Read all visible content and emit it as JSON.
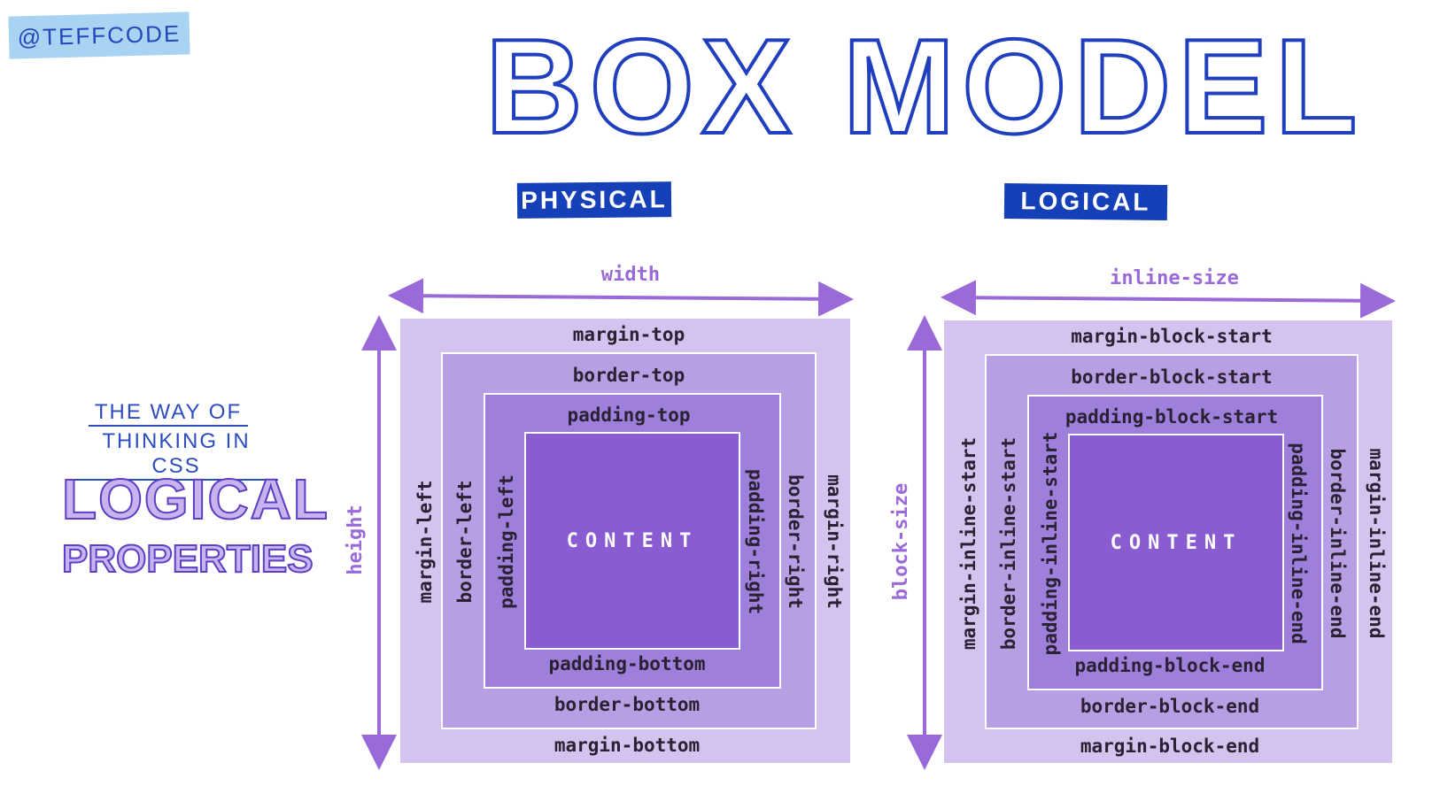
{
  "handle": "@TEFFCODE",
  "title": "BOX MODEL",
  "tags": {
    "physical": "PHYSICAL",
    "logical": "LOGICAL"
  },
  "side": {
    "kicker_line1": "THE WAY OF",
    "kicker_line2": "THINKING IN CSS",
    "big_line1": "LOGICAL",
    "big_line2": "PROPERTIES"
  },
  "physical": {
    "width": "width",
    "height": "height",
    "margin_top": "margin-top",
    "margin_bottom": "margin-bottom",
    "margin_left": "margin-left",
    "margin_right": "margin-right",
    "border_top": "border-top",
    "border_bottom": "border-bottom",
    "border_left": "border-left",
    "border_right": "border-right",
    "padding_top": "padding-top",
    "padding_bottom": "padding-bottom",
    "padding_left": "padding-left",
    "padding_right": "padding-right",
    "content": "CONTENT"
  },
  "logical": {
    "inline_size": "inline-size",
    "block_size": "block-size",
    "margin_block_start": "margin-block-start",
    "margin_block_end": "margin-block-end",
    "margin_inline_start": "margin-inline-start",
    "margin_inline_end": "margin-inline-end",
    "border_block_start": "border-block-start",
    "border_block_end": "border-block-end",
    "border_inline_start": "border-inline-start",
    "border_inline_end": "border-inline-end",
    "padding_block_start": "padding-block-start",
    "padding_block_end": "padding-block-end",
    "padding_inline_start": "padding-inline-start",
    "padding_inline_end": "padding-inline-end",
    "content": "CONTENT"
  },
  "colors": {
    "title_blue": "#1f3fbf",
    "tag_blue": "#1640b8",
    "margin": "#d4c2ef",
    "border": "#b89fe3",
    "padding": "#9f7fdc",
    "content": "#8a5cd2",
    "arrow": "#9a6ad8"
  }
}
